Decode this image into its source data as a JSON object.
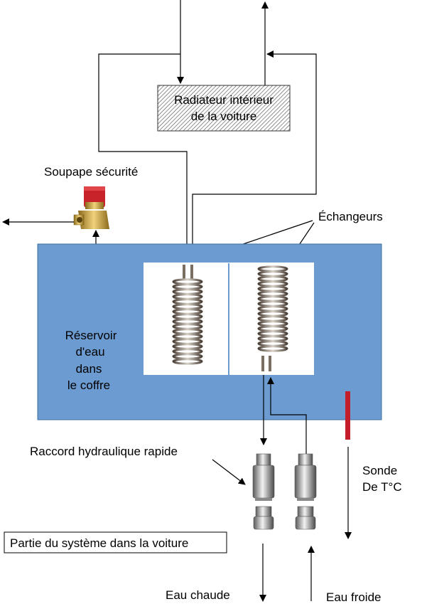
{
  "radiator": {
    "line1": "Radiateur intérieur",
    "line2": "de la voiture"
  },
  "valve_label": "Soupape sécurité",
  "exchangers_label": "Échangeurs",
  "tank": {
    "line1": "Réservoir",
    "line2": "d'eau",
    "line3": "dans",
    "line4": "le coffre"
  },
  "coupling_label": "Raccord hydraulique rapide",
  "probe": {
    "line1": "Sonde",
    "line2": "De T°C"
  },
  "car_part_label": "Partie du système dans la voiture",
  "hot_water": "Eau chaude",
  "cold_water": "Eau froide",
  "colors": {
    "tank": "#6b9bd1",
    "tank_border": "#3f6f9f",
    "valve_cap": "#c8232b",
    "brass": "#c9a13a",
    "probe": "#c41e2a"
  }
}
